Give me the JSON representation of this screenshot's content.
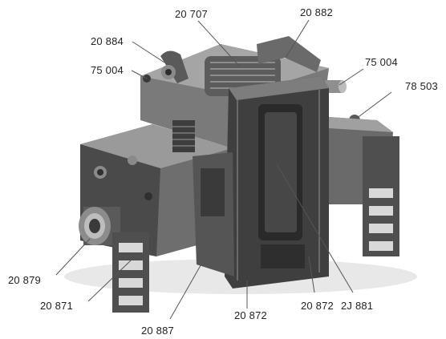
{
  "labels": {
    "l20707": "20 707",
    "l20882": "20 882",
    "l20884": "20 884",
    "l75004_left": "75 004",
    "l75004_right": "75 004",
    "l78503": "78 503",
    "l20879": "20 879",
    "l20871": "20 871",
    "l20887": "20 887",
    "l20872_bottom": "20 872",
    "l20872_right": "20 872",
    "l20881": "2J 881"
  }
}
